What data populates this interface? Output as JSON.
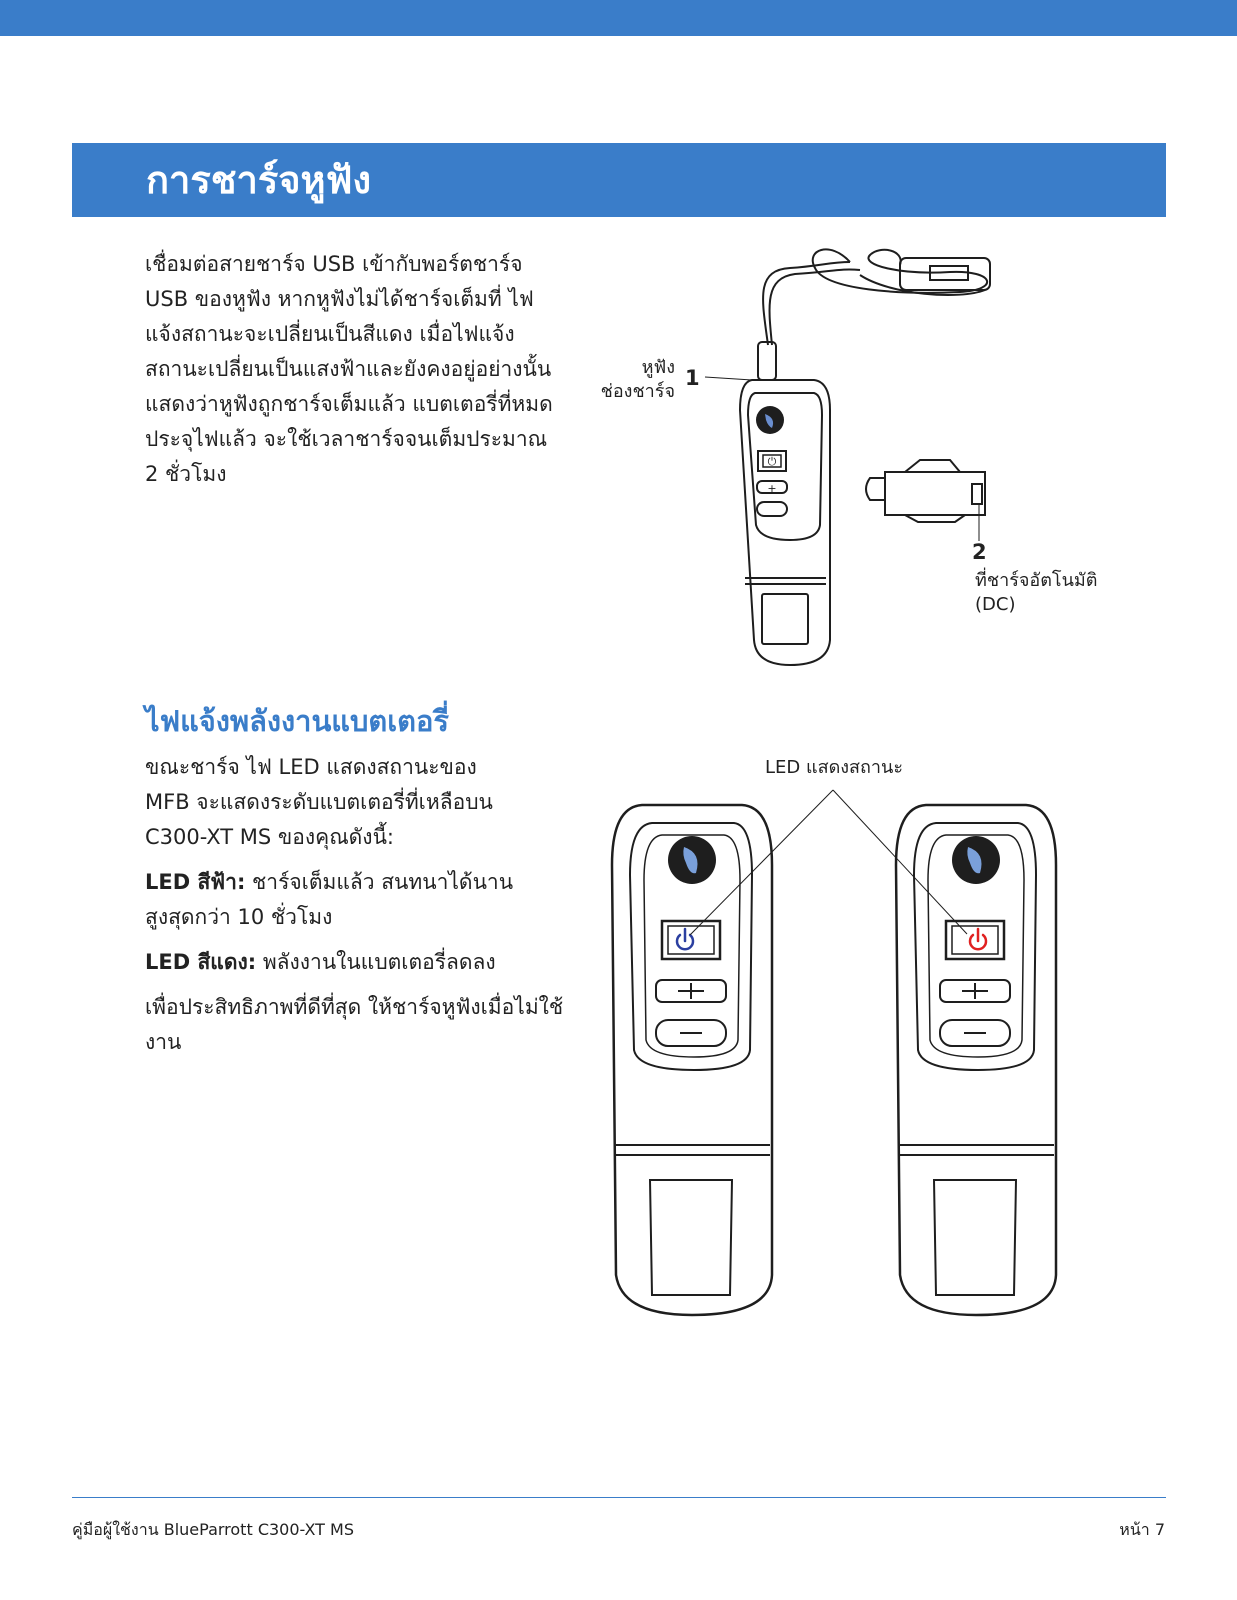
{
  "header": {
    "title": "การชาร์จหูฟัง"
  },
  "section1": {
    "paragraph": "เชื่อมต่อสายชาร์จ USB เข้ากับพอร์ตชาร์จ USB ของหูฟัง หากหูฟังไม่ได้ชาร์จเต็มที่ ไฟแจ้งสถานะจะเปลี่ยนเป็นสีแดง เมื่อไฟแจ้งสถานะเปลี่ยนเป็นแสงฟ้าและยังคงอยู่อย่างนั้น แสดงว่าหูฟังถูกชาร์จเต็มแล้ว แบตเตอรี่ที่หมดประจุไฟแล้ว จะใช้เวลาชาร์จจนเต็มประมาณ 2 ชั่วโมง"
  },
  "figure1": {
    "label1_number": "1",
    "label1_line1": "หูฟัง",
    "label1_line2": "ช่องชาร์จ",
    "label2_number": "2",
    "label2_line1": "ที่ชาร์จอัตโนมัติ",
    "label2_line2": "(DC)"
  },
  "section2": {
    "heading": "ไฟแจ้งพลังงานแบตเตอรี่",
    "intro": "ขณะชาร์จ ไฟ LED แสดงสถานะของ MFB จะแสดงระดับแบตเตอรี่ที่เหลือบน C300-XT MS ของคุณดังนี้:",
    "blue_label": "LED สีฟ้า:",
    "blue_text": "ชาร์จเต็มแล้ว สนทนาได้นานสูงสุดกว่า 10 ชั่วโมง",
    "red_label": "LED สีแดง:",
    "red_text": "พลังงานในแบตเตอรี่ลดลง",
    "tip": "เพื่อประสิทธิภาพที่ดีที่สุด ให้ชาร์จหูฟังเมื่อไม่ใช้งาน"
  },
  "figure2": {
    "led_status_label": "LED แสดงสถานะ",
    "led_colors": {
      "blue": "#2b3fa0",
      "red": "#e02020"
    }
  },
  "footer": {
    "left": "คู่มือผู้ใช้งาน BlueParrott C300-XT MS",
    "right": "หน้า 7"
  }
}
